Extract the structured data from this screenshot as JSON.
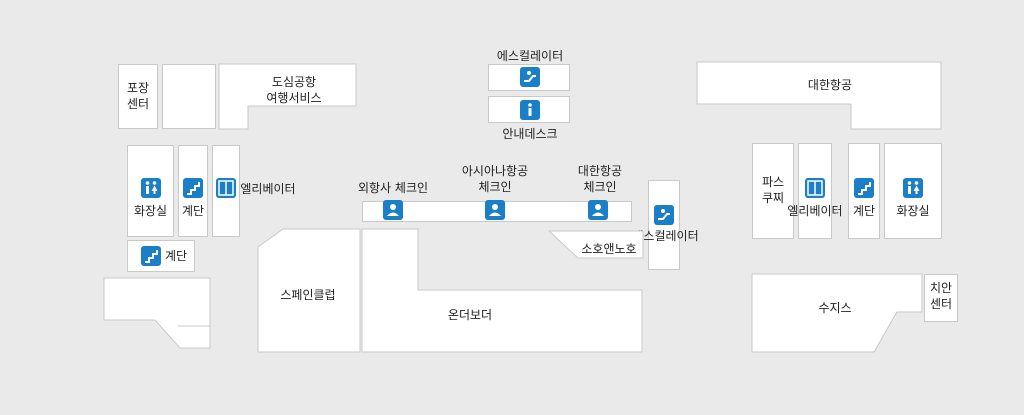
{
  "colors": {
    "background": "#eaeaea",
    "room": "#ffffff",
    "border": "#c9c9c9",
    "icon": "#1a7fc6"
  },
  "labels": {
    "packing_center": "포장\n센터",
    "city_airport_travel": "도심공항\n여행서비스",
    "escalator_top": "에스컬레이터",
    "info_desk": "안내데스크",
    "korean_air": "대한항공",
    "restroom_left": "화장실",
    "stairs_left": "계단",
    "elevator_left": "엘리베이터",
    "stairs_left_lower": "계단",
    "foreign_checkin": "외항사 체크인",
    "asiana_checkin": "아시아나항공\n체크인",
    "korean_air_checkin": "대한항공\n체크인",
    "escalator_right": "에스컬레이터",
    "paris_coffee": "파스\n쿠찌",
    "elevator_right": "엘리베이터",
    "stairs_right": "계단",
    "restroom_right": "화장실",
    "spain_club": "스페인클럽",
    "ondeboder": "온더보더",
    "soho_and_noho": "소호앤노호",
    "suzis": "수지스",
    "dental_center": "치안\n센터"
  },
  "icons": [
    "escalator-icon",
    "info-icon",
    "restroom-icon",
    "stairs-icon",
    "elevator-icon",
    "person-icon"
  ]
}
